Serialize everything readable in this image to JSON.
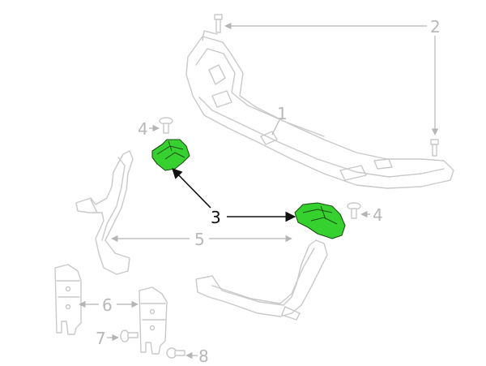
{
  "diagram": {
    "callouts": {
      "c1": "1",
      "c2": "2",
      "c3": "3",
      "c4a": "4",
      "c4b": "4",
      "c5": "5",
      "c6": "6",
      "c7": "7",
      "c8": "8"
    },
    "highlight_color": "#37d12f",
    "ghost_color": "#c9c9c9"
  }
}
